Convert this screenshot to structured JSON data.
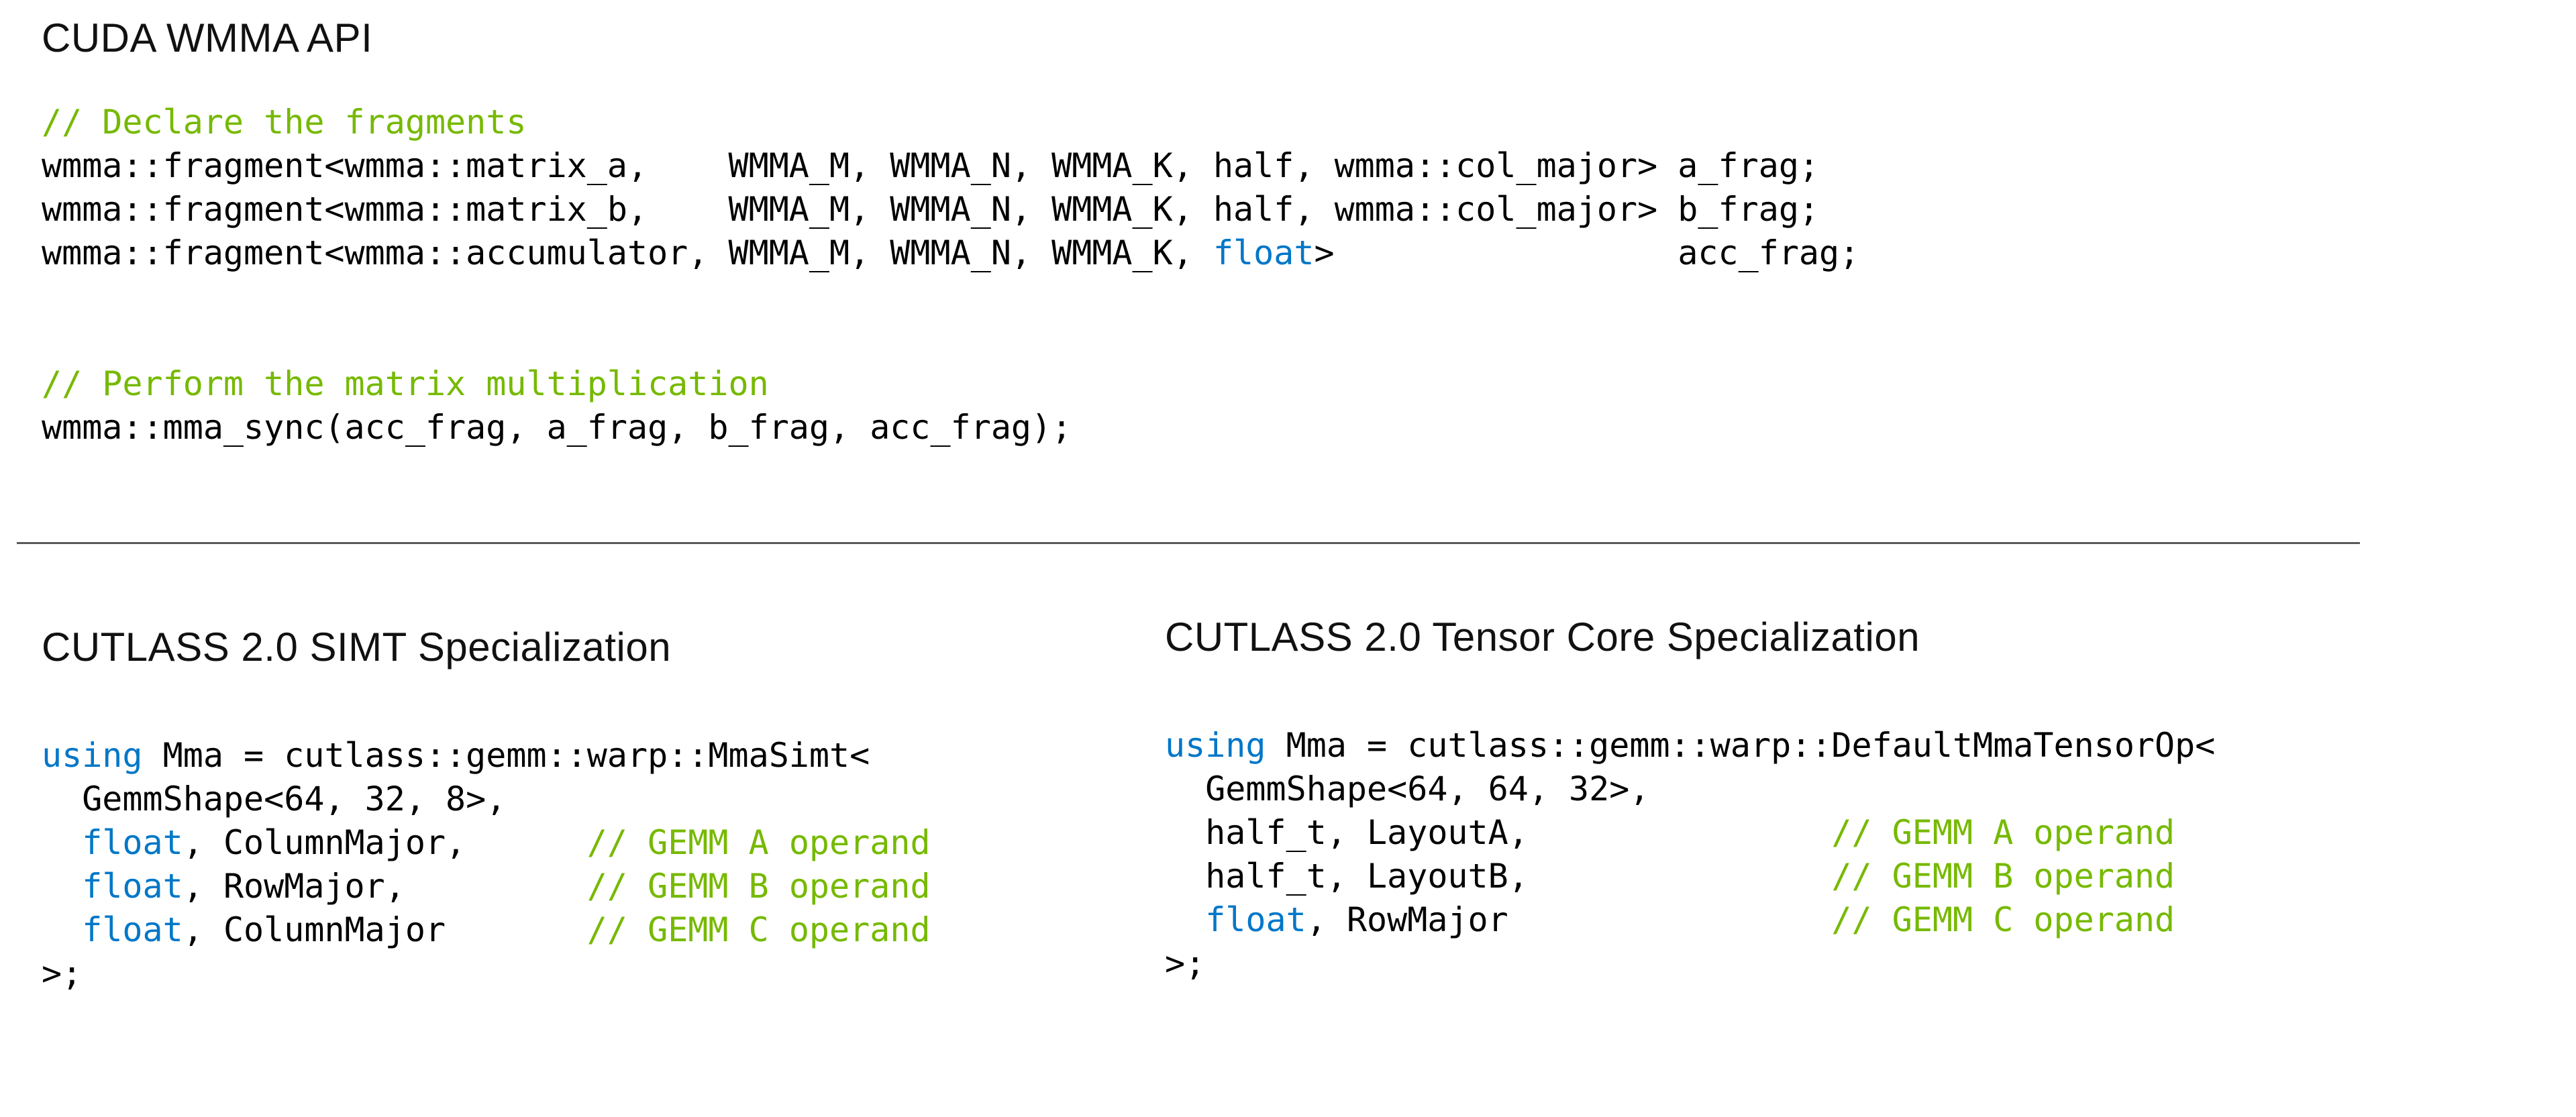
{
  "colors": {
    "background": "#ffffff",
    "heading": "#111111",
    "code": "#000000",
    "comment": "#76b900",
    "keyword": "#0077c8",
    "divider": "#595959"
  },
  "top": {
    "title": "CUDA WMMA API",
    "code": [
      [
        [
          "c",
          "// Declare the fragments"
        ]
      ],
      [
        [
          "p",
          "wmma::fragment<wmma::matrix_a,    WMMA_M, WMMA_N, WMMA_K, half, wmma::col_major> a_frag;"
        ]
      ],
      [
        [
          "p",
          "wmma::fragment<wmma::matrix_b,    WMMA_M, WMMA_N, WMMA_K, half, wmma::col_major> b_frag;"
        ]
      ],
      [
        [
          "p",
          "wmma::fragment<wmma::accumulator, WMMA_M, WMMA_N, WMMA_K, "
        ],
        [
          "k",
          "float"
        ],
        [
          "p",
          ">                 acc_frag;"
        ]
      ],
      [],
      [],
      [
        [
          "c",
          "// Perform the matrix multiplication"
        ]
      ],
      [
        [
          "p",
          "wmma::mma_sync(acc_frag, a_frag, b_frag, acc_frag);"
        ]
      ]
    ]
  },
  "bottom_left": {
    "title": "CUTLASS 2.0 SIMT Specialization",
    "code": [
      [
        [
          "k",
          "using"
        ],
        [
          "p",
          " Mma = cutlass::gemm::warp::MmaSimt<"
        ]
      ],
      [
        [
          "p",
          "  GemmShape<64, 32, 8>,"
        ]
      ],
      [
        [
          "p",
          "  "
        ],
        [
          "k",
          "float"
        ],
        [
          "p",
          ", ColumnMajor,      "
        ],
        [
          "c",
          "// GEMM A operand"
        ]
      ],
      [
        [
          "p",
          "  "
        ],
        [
          "k",
          "float"
        ],
        [
          "p",
          ", RowMajor,         "
        ],
        [
          "c",
          "// GEMM B operand"
        ]
      ],
      [
        [
          "p",
          "  "
        ],
        [
          "k",
          "float"
        ],
        [
          "p",
          ", ColumnMajor       "
        ],
        [
          "c",
          "// GEMM C operand"
        ]
      ],
      [
        [
          "p",
          ">;"
        ]
      ]
    ]
  },
  "bottom_right": {
    "title": "CUTLASS 2.0 Tensor Core Specialization",
    "code": [
      [
        [
          "k",
          "using"
        ],
        [
          "p",
          " Mma = cutlass::gemm::warp::DefaultMmaTensorOp<"
        ]
      ],
      [
        [
          "p",
          "  GemmShape<64, 64, 32>,"
        ]
      ],
      [
        [
          "p",
          "  half_t, LayoutA,               "
        ],
        [
          "c",
          "// GEMM A operand"
        ]
      ],
      [
        [
          "p",
          "  half_t, LayoutB,               "
        ],
        [
          "c",
          "// GEMM B operand"
        ]
      ],
      [
        [
          "p",
          "  "
        ],
        [
          "k",
          "float"
        ],
        [
          "p",
          ", RowMajor                "
        ],
        [
          "c",
          "// GEMM C operand"
        ]
      ],
      [
        [
          "p",
          ">;"
        ]
      ]
    ]
  }
}
